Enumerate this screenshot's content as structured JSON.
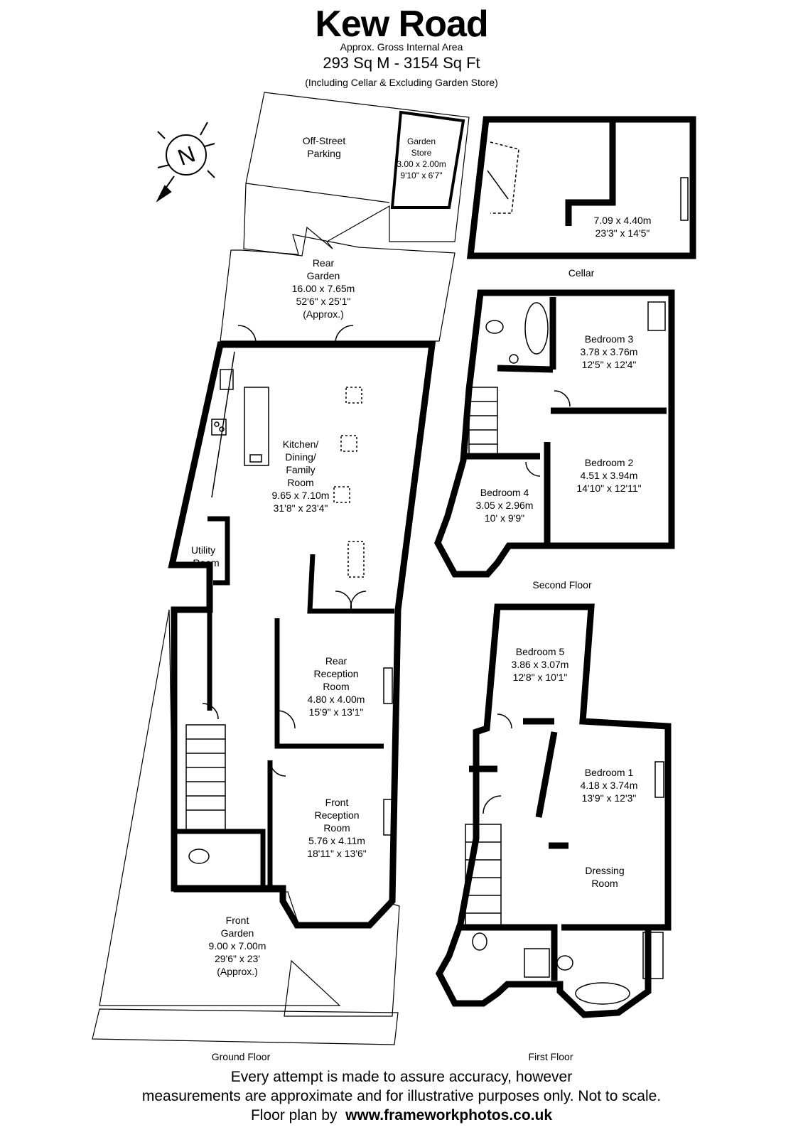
{
  "header": {
    "title": "Kew Road",
    "subtitle": "Approx. Gross Internal Area",
    "area": "293 Sq M  -  3154 Sq Ft",
    "note": "(Including Cellar & Excluding Garden Store)"
  },
  "compass": {
    "letter": "N"
  },
  "floors": {
    "ground": "Ground Floor",
    "first": "First Floor",
    "second": "Second Floor",
    "cellar": "Cellar"
  },
  "rooms": {
    "parking": [
      "Off-Street",
      "Parking"
    ],
    "garden_store": [
      "Garden",
      "Store",
      "3.00 x 2.00m",
      "9'10\" x 6'7\""
    ],
    "rear_garden": [
      "Rear",
      "Garden",
      "16.00 x 7.65m",
      "52'6\" x 25'1\"",
      "(Approx.)"
    ],
    "kitchen": [
      "Kitchen/",
      "Dining/",
      "Family",
      "Room",
      "9.65 x 7.10m",
      "31'8\" x 23'4\""
    ],
    "utility": [
      "Utility",
      "Room"
    ],
    "rear_reception": [
      "Rear",
      "Reception",
      "Room",
      "4.80 x 4.00m",
      "15'9\" x 13'1\""
    ],
    "front_reception": [
      "Front",
      "Reception",
      "Room",
      "5.76 x 4.11m",
      "18'11\" x 13'6\""
    ],
    "front_garden": [
      "Front",
      "Garden",
      "9.00 x 7.00m",
      "29'6\" x 23'",
      "(Approx.)"
    ],
    "cellar": [
      "7.09 x 4.40m",
      "23'3\" x 14'5\""
    ],
    "bedroom3": [
      "Bedroom 3",
      "3.78 x 3.76m",
      "12'5\" x 12'4\""
    ],
    "bedroom2": [
      "Bedroom 2",
      "4.51 x 3.94m",
      "14'10\" x 12'11\""
    ],
    "bedroom4": [
      "Bedroom 4",
      "3.05 x 2.96m",
      "10' x 9'9\""
    ],
    "bedroom5": [
      "Bedroom 5",
      "3.86 x 3.07m",
      "12'8\" x 10'1\""
    ],
    "bedroom1": [
      "Bedroom 1",
      "4.18 x 3.74m",
      "13'9\" x 12'3\""
    ],
    "dressing": [
      "Dressing",
      "Room"
    ]
  },
  "disclaimer": {
    "line1": "Every attempt is made to assure accuracy, however",
    "line2": "measurements are approximate and for illustrative purposes only. Not to scale.",
    "line3_prefix": "Floor plan by",
    "line3_url": "www.frameworkphotos.co.uk"
  }
}
